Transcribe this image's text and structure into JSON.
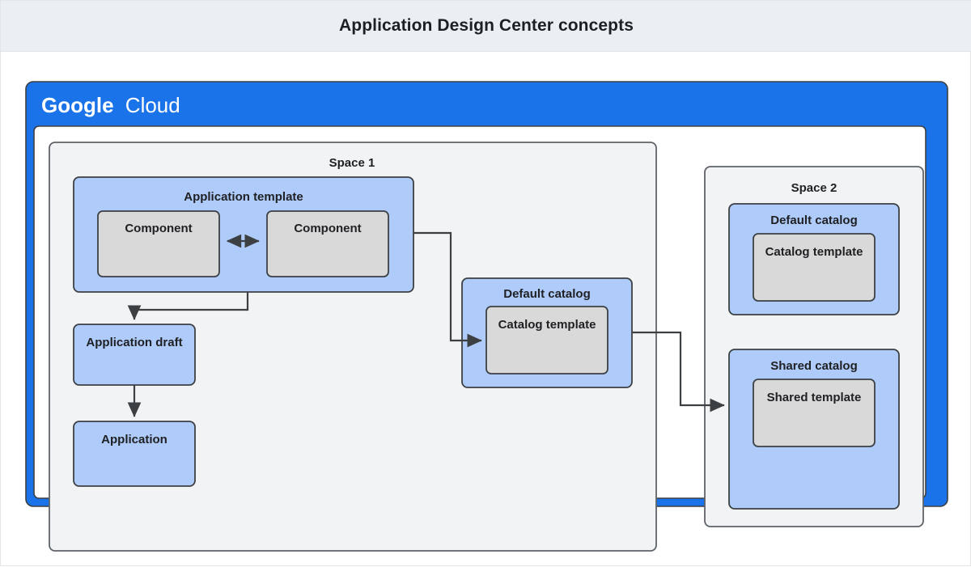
{
  "header": {
    "title": "Application Design Center concepts"
  },
  "colors": {
    "header_bg": "#eceff1",
    "cloud_blue": "#1a73e8",
    "space_bg": "#f1f3f4",
    "space_border": "#5f6368",
    "blue_box": "#aecbfa",
    "grey_box": "#d9d9d9",
    "box_border": "#3c4043",
    "connector": "#3c4043",
    "text": "#202124",
    "logo_text": "#ffffff"
  },
  "cloud_frame": {
    "logo_bold": "Google",
    "logo_light": "Cloud"
  },
  "spaces": [
    {
      "id": "space-1",
      "label": "Space 1",
      "groups": [
        {
          "id": "application-template",
          "label": "Application template",
          "children": [
            {
              "id": "component-1",
              "label": "Component"
            },
            {
              "id": "component-2",
              "label": "Component"
            }
          ]
        },
        {
          "id": "default-catalog-space-1",
          "label": "Default catalog",
          "children": [
            {
              "id": "catalog-template-space-1",
              "label": "Catalog template"
            }
          ]
        }
      ],
      "nodes": [
        {
          "id": "application-draft",
          "label": "Application draft"
        },
        {
          "id": "application",
          "label": "Application"
        }
      ]
    },
    {
      "id": "space-2",
      "label": "Space 2",
      "groups": [
        {
          "id": "default-catalog-space-2",
          "label": "Default catalog",
          "children": [
            {
              "id": "catalog-template-space-2",
              "label": "Catalog template"
            }
          ]
        },
        {
          "id": "shared-catalog-space-2",
          "label": "Shared catalog",
          "children": [
            {
              "id": "shared-template",
              "label": "Shared template"
            }
          ]
        }
      ]
    }
  ],
  "connectors": [
    {
      "id": "component-to-component",
      "from": "component-1",
      "to": "component-2",
      "style": "bidirectional"
    },
    {
      "id": "template-to-draft",
      "from": "application-template",
      "to": "application-draft",
      "style": "arrow"
    },
    {
      "id": "draft-to-application",
      "from": "application-draft",
      "to": "application",
      "style": "arrow"
    },
    {
      "id": "template-to-catalog-template",
      "from": "application-template",
      "to": "catalog-template-space-1",
      "style": "arrow"
    },
    {
      "id": "default-catalog-to-shared-catalog",
      "from": "default-catalog-space-1",
      "to": "shared-catalog-space-2",
      "style": "arrow"
    }
  ]
}
